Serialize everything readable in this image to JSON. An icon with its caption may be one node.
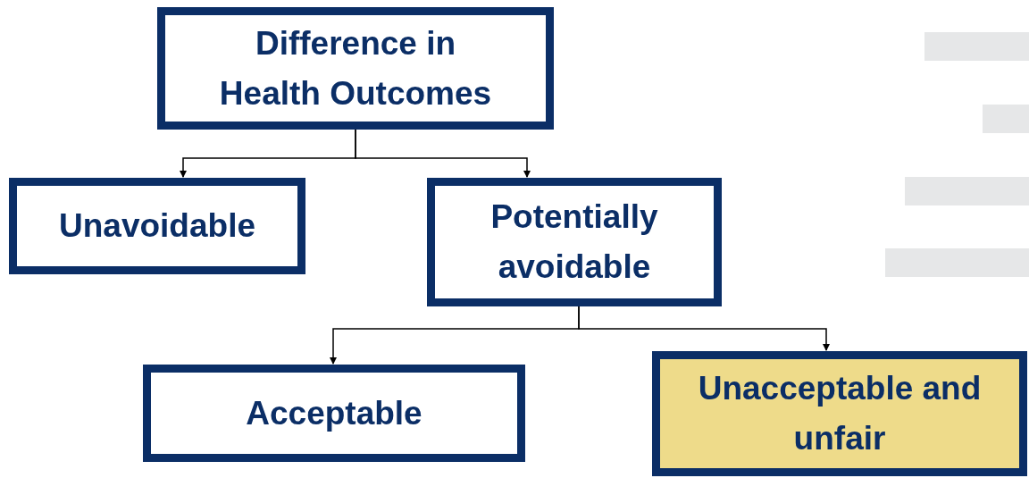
{
  "diagram": {
    "nodes": [
      {
        "text": [
          "Difference in Health Outcomes"
        ]
      },
      {
        "text": [
          "Unavoidable"
        ]
      },
      {
        "text": [
          "Potentially avoidable"
        ]
      },
      {
        "text": [
          "Acceptable"
        ]
      },
      {
        "text": [
          "Unacceptable and unfair"
        ]
      }
    ],
    "edges": [
      {
        "from": 0,
        "to": 1,
        "arrow": "to"
      },
      {
        "from": 0,
        "to": 2,
        "arrow": "to"
      },
      {
        "from": 2,
        "to": 3,
        "arrow": "to"
      },
      {
        "from": 2,
        "to": 4,
        "arrow": "to"
      }
    ]
  }
}
